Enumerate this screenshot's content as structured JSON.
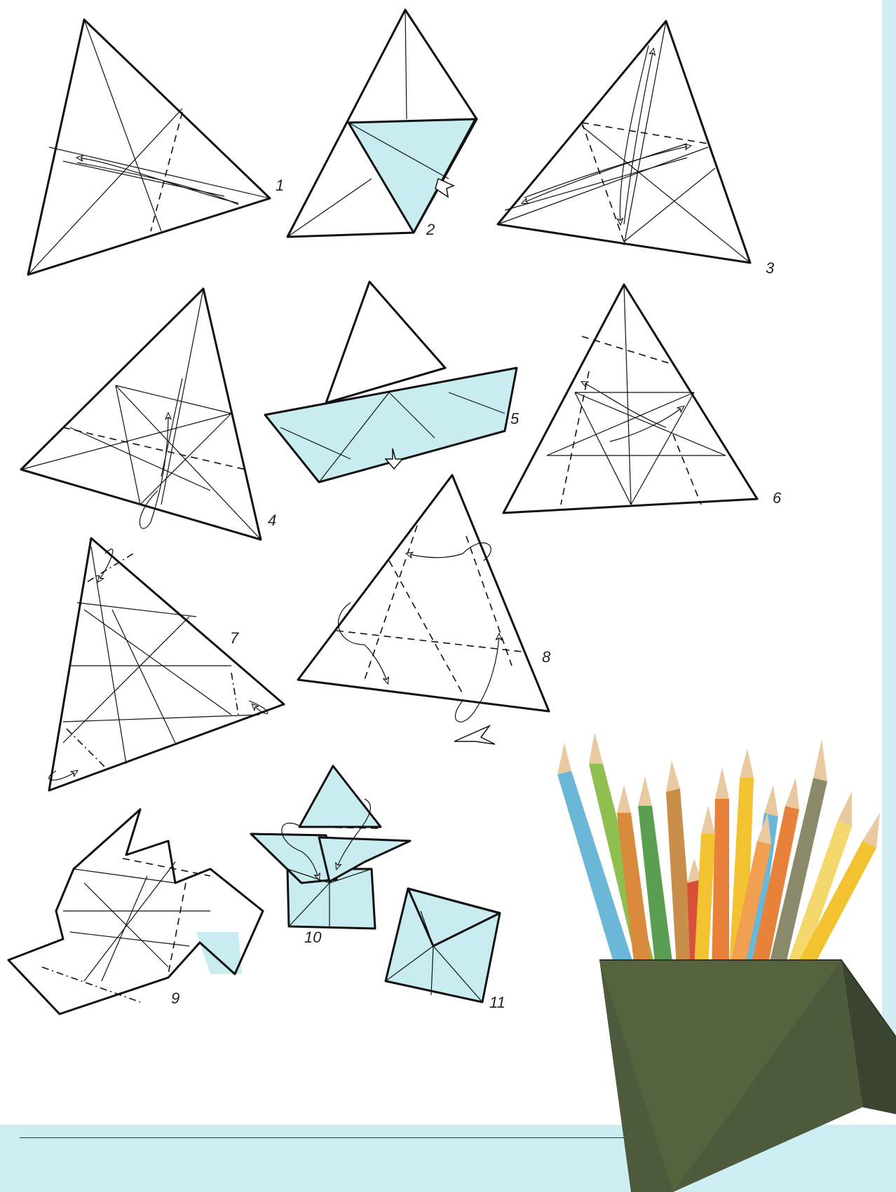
{
  "steps": [
    {
      "label": "1"
    },
    {
      "label": "2"
    },
    {
      "label": "3"
    },
    {
      "label": "4"
    },
    {
      "label": "5"
    },
    {
      "label": "6"
    },
    {
      "label": "7"
    },
    {
      "label": "8"
    },
    {
      "label": "9"
    },
    {
      "label": "10"
    },
    {
      "label": "11"
    }
  ],
  "colors": {
    "paper_fill": "#c9ecf1",
    "band": "#cdeef3",
    "pot": "#4e5a3c",
    "line": "#111111"
  },
  "photo": {
    "subject": "pencil-pot-photo",
    "pencil_colors": [
      "#f2c230",
      "#e8823a",
      "#6bb7d8",
      "#8fbf4e",
      "#d9503a",
      "#c98e4a",
      "#f4d86c"
    ]
  }
}
